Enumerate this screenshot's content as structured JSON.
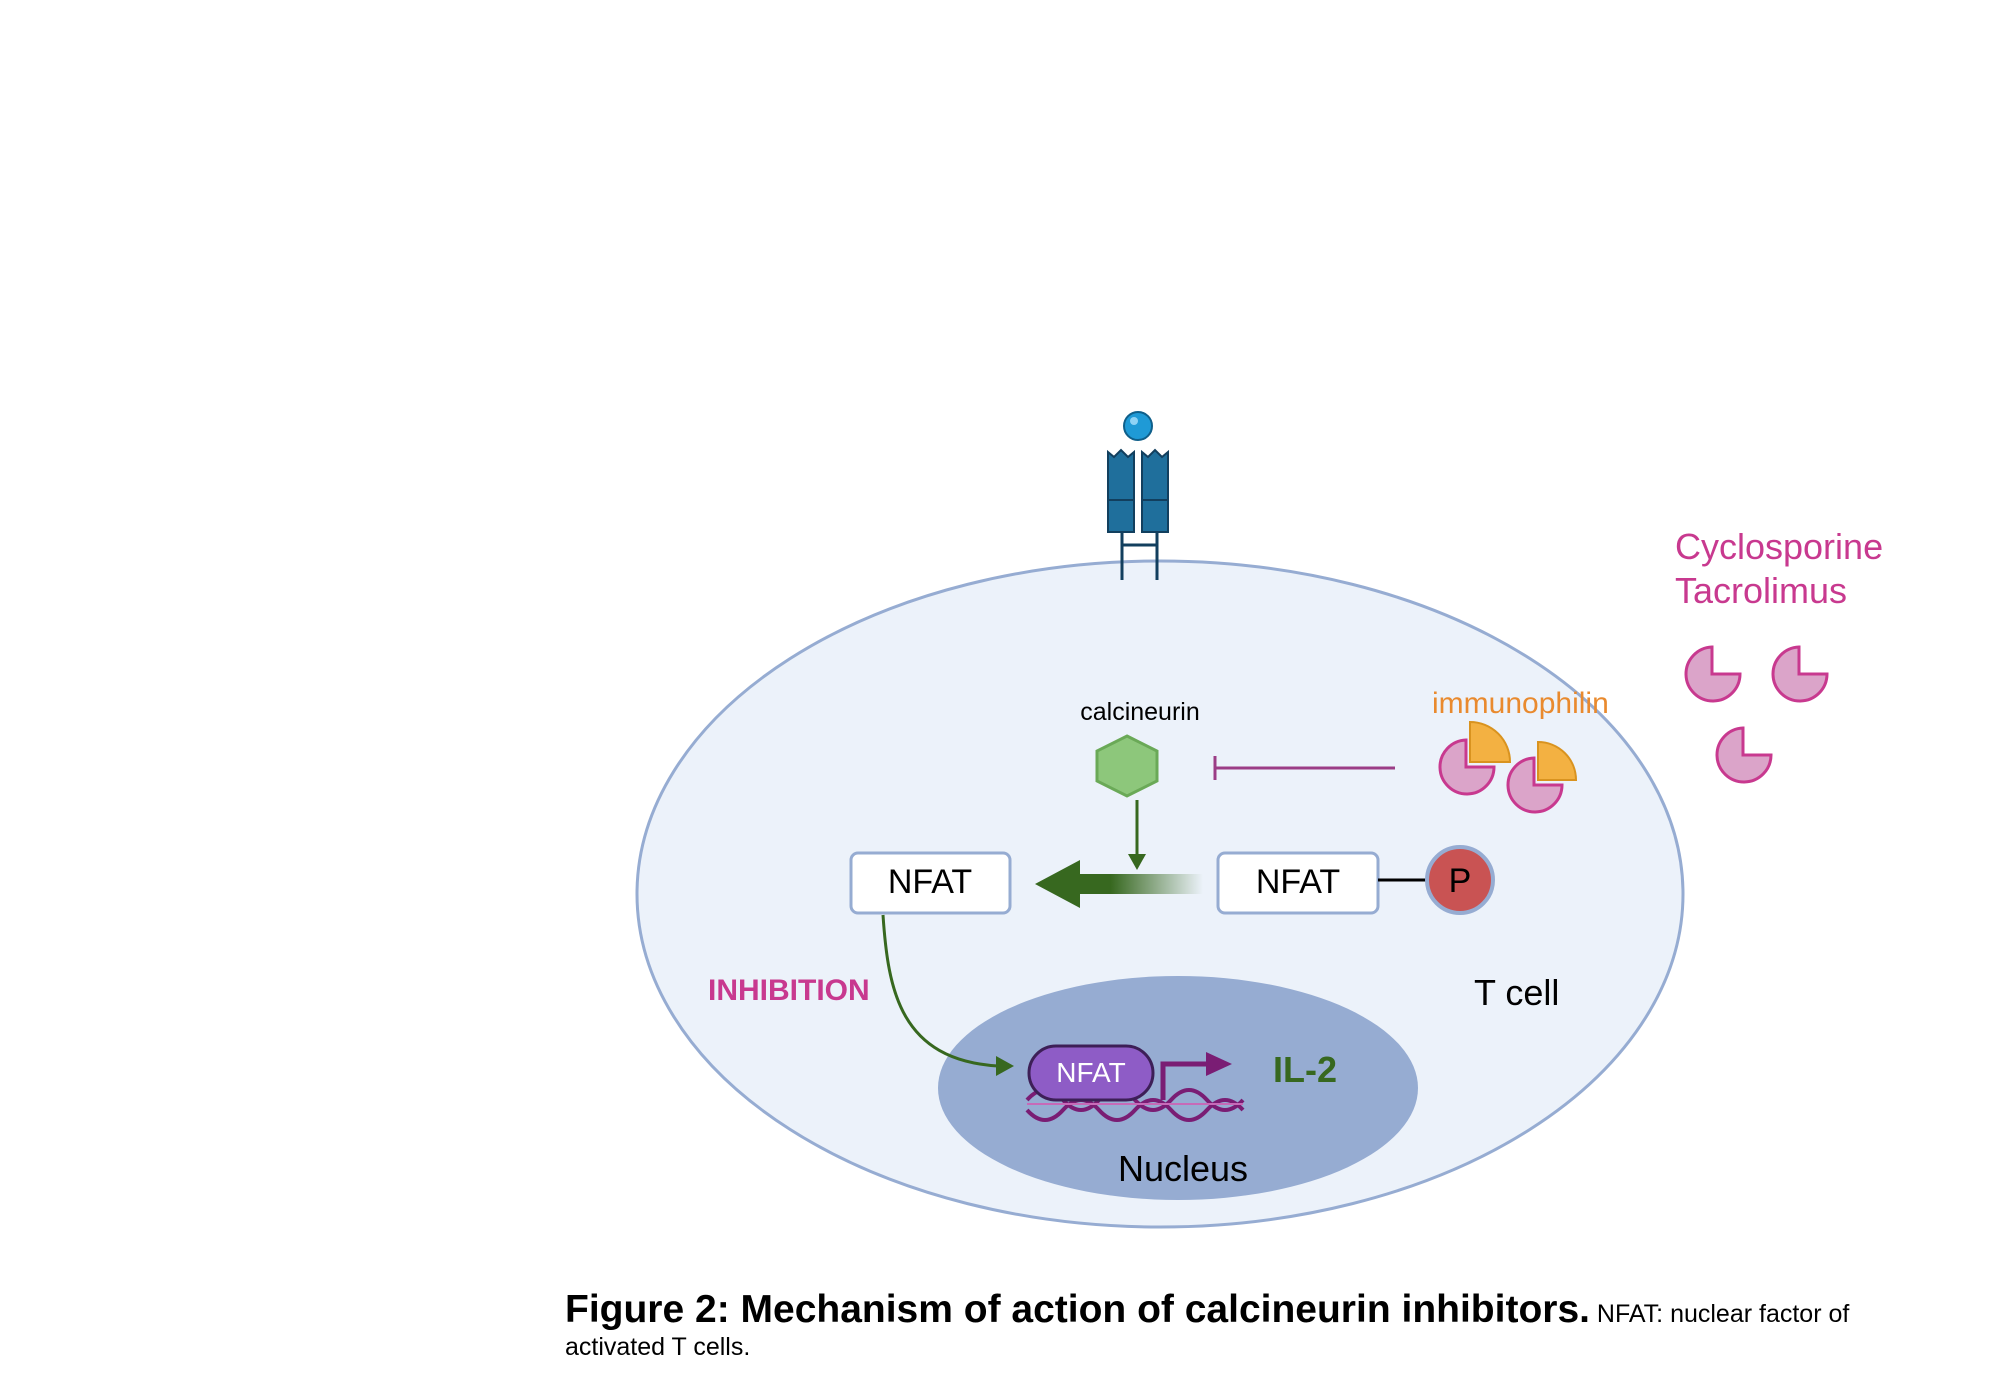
{
  "labels": {
    "drugs": [
      "Cyclosporine",
      "Tacrolimus"
    ],
    "immunophilin": "immunophilin",
    "calcineurin": "calcineurin",
    "nfat_active": "NFAT",
    "nfat_phosphorylated": "NFAT",
    "phosphate": "P",
    "nfat_nuclear": "NFAT",
    "inhibition": "INHIBITION",
    "il2": "IL-2",
    "t_cell": "T cell",
    "nucleus": "Nucleus"
  },
  "caption": {
    "bold": "Figure 2: Mechanism of action of calcineurin inhibitors.",
    "rest": " NFAT: nuclear factor of activated T cells."
  },
  "colors": {
    "cell_fill": "#ecf2fa",
    "cell_stroke": "#96acd2",
    "nucleus_fill": "#96acd2",
    "receptor": "#1f6f9c",
    "ligand": "#1f9ad6",
    "calcineurin": "#8dc77b",
    "arrow_green": "#37681f",
    "drug_magenta": "#c8398f",
    "drug_fill": "#dba4c9",
    "immunophilin_orange": "#f3b142",
    "immunophilin_text": "#e98a2e",
    "phosphate": "#c95353",
    "nfat_nuclear": "#8e5cc6",
    "dna": "#7a1d74",
    "il2_text": "#37681f"
  },
  "icons": [
    "receptor-icon",
    "ligand-icon",
    "calcineurin-hexagon-icon",
    "drug-pacman-icon",
    "immunophilin-complex-icon",
    "phosphate-icon",
    "dna-helix-icon",
    "transcription-arrow-icon"
  ]
}
